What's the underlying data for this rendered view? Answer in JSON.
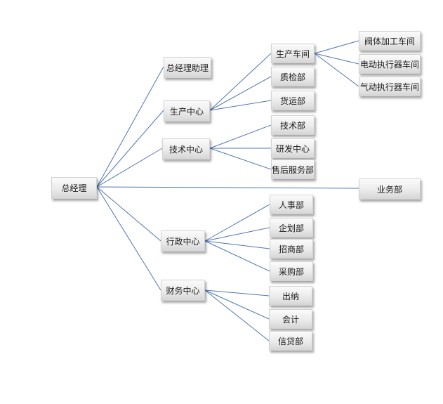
{
  "root": {
    "label": "总经理"
  },
  "branches": {
    "assistant": {
      "label": "总经理助理"
    },
    "production": {
      "label": "生产中心",
      "children": {
        "workshop": {
          "label": "生产车间",
          "children": [
            "阀体加工车间",
            "电动执行器车间",
            "气动执行器车间"
          ]
        },
        "quality": {
          "label": "质检部"
        },
        "shipping": {
          "label": "货运部"
        }
      }
    },
    "technology": {
      "label": "技术中心",
      "children": [
        "技术部",
        "研发中心",
        "售后服务部"
      ]
    },
    "sales": {
      "label": "业务部"
    },
    "admin": {
      "label": "行政中心",
      "children": [
        "人事部",
        "企划部",
        "招商部",
        "采购部"
      ]
    },
    "finance": {
      "label": "财务中心",
      "children": [
        "出纳",
        "会计",
        "信贷部"
      ]
    }
  },
  "colors": {
    "line": "#4f76ad",
    "node_top": "#fbfbfb",
    "node_bottom": "#d6d6d6"
  }
}
